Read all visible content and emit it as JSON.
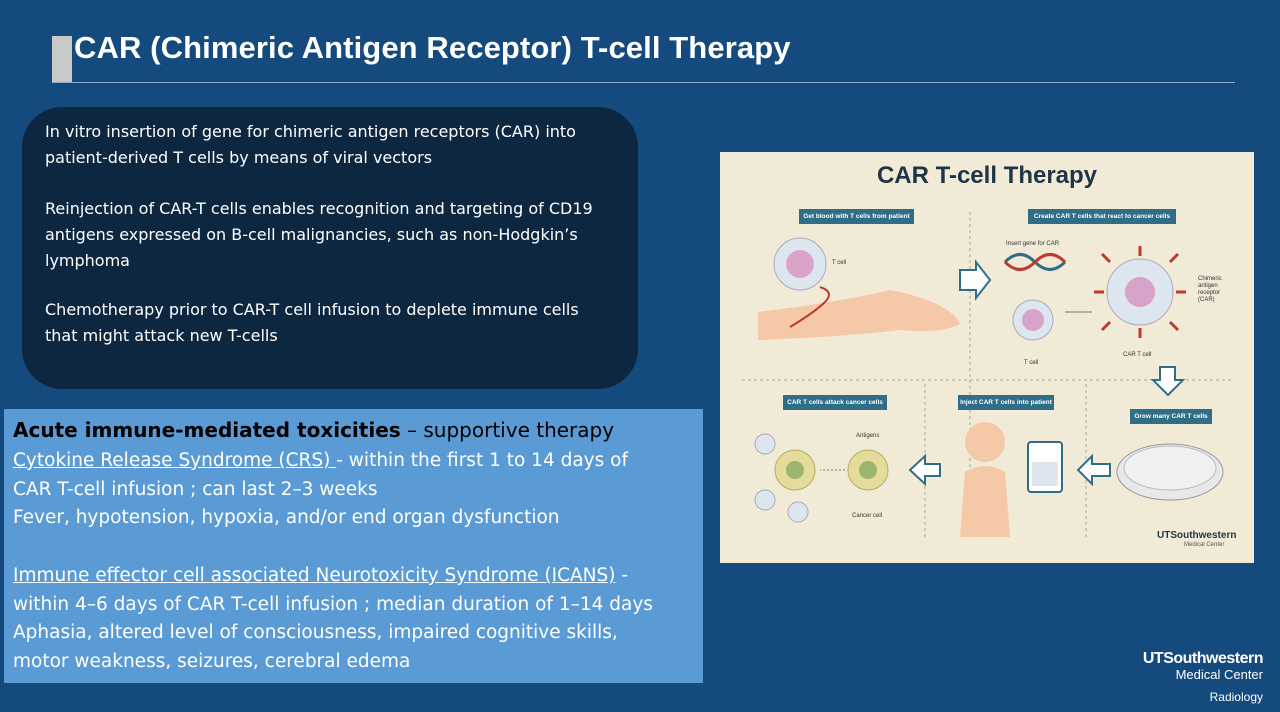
{
  "slide": {
    "title": "CAR (Chimeric Antigen Receptor) T-cell Therapy"
  },
  "summary": {
    "p1": "In vitro insertion of gene for chimeric antigen receptors (CAR) into patient-derived T cells by means of viral vectors",
    "p2": "Reinjection of CAR-T cells enables recognition and targeting of CD19  antigens expressed on B-cell malignancies, such as non-Hodgkin’s lymphoma",
    "p3": "Chemotherapy prior to CAR-T cell infusion to deplete immune cells that might attack  new T-cells"
  },
  "toxicities": {
    "heading_bold": "Acute immune-mediated toxicities",
    "heading_rest": " – supportive therapy",
    "crs_name": "Cytokine Release Syndrome (CRS) ",
    "crs_line1_rest": "- within the first 1 to 14 days of",
    "crs_line2": "CAR T-cell infusion ; can last 2–3 weeks",
    "crs_line3": "Fever, hypotension, hypoxia, and/or end organ dysfunction",
    "icans_name": "Immune effector cell associated Neurotoxicity Syndrome (ICANS)",
    "icans_line1_rest": " -",
    "icans_line2": "within 4–6 days of CAR T-cell infusion ; median duration of 1–14 days",
    "icans_line3": "Aphasia, altered level of consciousness, impaired cognitive skills,",
    "icans_line4": "motor weakness, seizures, cerebral edema"
  },
  "figure": {
    "title": "CAR T-cell Therapy",
    "step1": "Get blood with T cells from patient",
    "step2": "Create CAR T cells that react to cancer cells",
    "step3": "Grow many CAR T cells",
    "step4": "Inject CAR T cells into patient",
    "step5": "CAR T cells attack cancer cells",
    "label_tcell": "T cell",
    "label_tcell2": "T cell",
    "label_insert": "Insert gene for CAR",
    "label_car1": "Chimeric",
    "label_car2": "antigen",
    "label_car3": "receptor",
    "label_car4": "(CAR)",
    "label_cart": "CAR T cell",
    "label_antigens": "Antigens",
    "label_cancer": "Cancer cell",
    "logo": "UTSouthwestern",
    "logo_sub": "Medical Center"
  },
  "branding": {
    "name": "UTSouthwestern",
    "sub": "Medical Center",
    "dept": "Radiology"
  },
  "colors": {
    "background": "#154a7e",
    "dark_box": "#0e2741",
    "blue_box": "#5b9bd5",
    "figure_bg": "#f1ead7",
    "step_label": "#2f6e86"
  }
}
